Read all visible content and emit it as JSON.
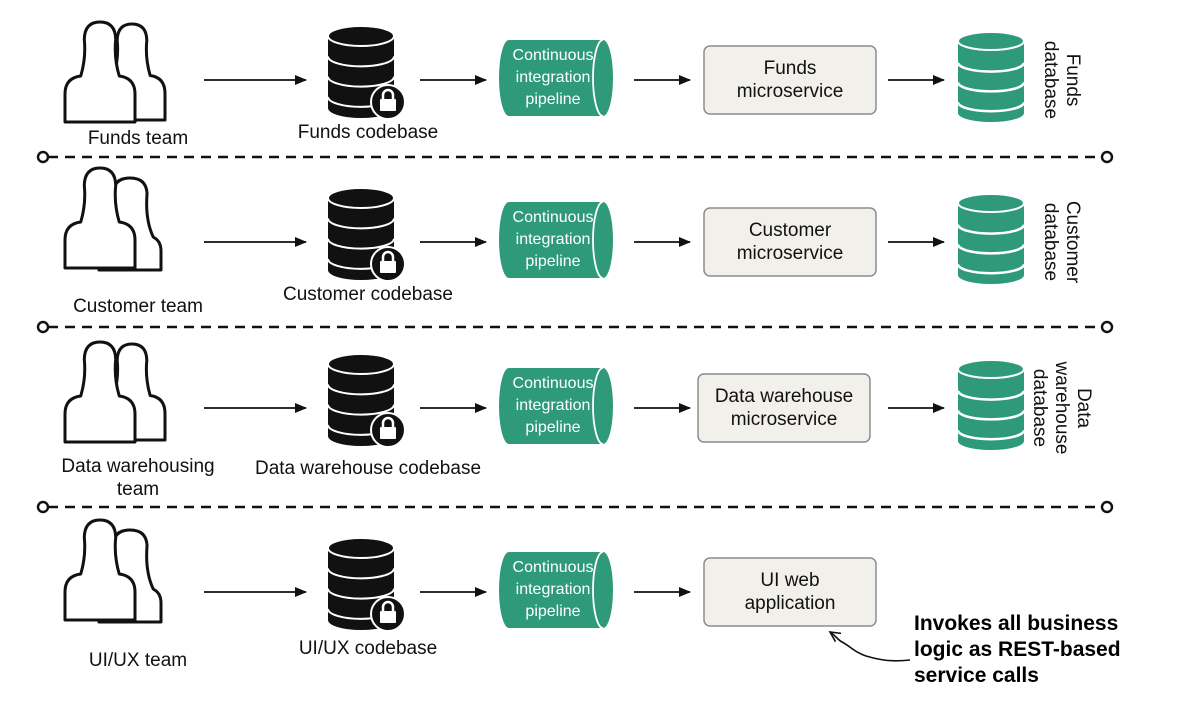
{
  "lanes": [
    {
      "team": [
        "Funds team"
      ],
      "codebase": [
        "Funds codebase"
      ],
      "pipeline": [
        "Continuous",
        "integration",
        "pipeline"
      ],
      "service": [
        "Funds",
        "microservice"
      ],
      "database": [
        "Funds",
        "database"
      ]
    },
    {
      "team": [
        "Customer team"
      ],
      "codebase": [
        "Customer codebase"
      ],
      "pipeline": [
        "Continuous",
        "integration",
        "pipeline"
      ],
      "service": [
        "Customer",
        "microservice"
      ],
      "database": [
        "Customer",
        "database"
      ]
    },
    {
      "team": [
        "Data warehousing",
        "team"
      ],
      "codebase": [
        "Data warehouse codebase"
      ],
      "pipeline": [
        "Continuous",
        "integration",
        "pipeline"
      ],
      "service": [
        "Data warehouse",
        "microservice"
      ],
      "database": [
        "Data",
        "warehouse",
        "database"
      ]
    },
    {
      "team": [
        "UI/UX team"
      ],
      "codebase": [
        "UI/UX codebase"
      ],
      "pipeline": [
        "Continuous",
        "integration",
        "pipeline"
      ],
      "service": [
        "UI web",
        "application"
      ],
      "database": []
    }
  ],
  "note": [
    "Invokes all business",
    "logic as REST-based",
    "service calls"
  ],
  "colors": {
    "pipeline": "#2f9a79",
    "database": "#2f9a79",
    "service_fill": "#f2f0eb",
    "service_border": "#8c8c8c",
    "codebase": "#111111",
    "ink": "#111111"
  }
}
